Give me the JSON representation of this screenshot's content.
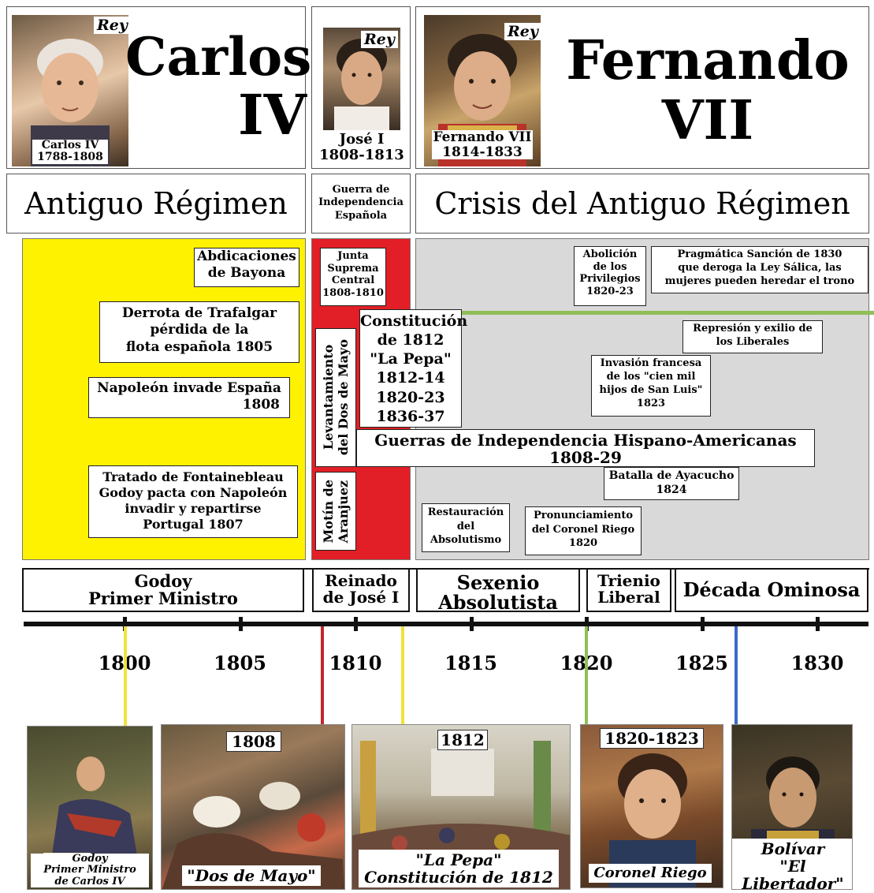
{
  "kings": {
    "rey_label": "Rey",
    "carlos": {
      "name_line1": "Carlos",
      "name_line2": "IV",
      "caption_line1": "Carlos IV",
      "caption_line2": "1788-1808"
    },
    "jose": {
      "caption_line1": "José I",
      "caption_line2": "1808-1813"
    },
    "fernando": {
      "name_line1": "Fernando",
      "name_line2": "VII",
      "caption_line1": "Fernando VII",
      "caption_line2": "1814-1833"
    }
  },
  "eras": {
    "antiguo": "Antiguo Régimen",
    "guerra_line1": "Guerra de",
    "guerra_line2": "Independencia",
    "guerra_line3": "Española",
    "crisis": "Crisis del Antiguo Régimen"
  },
  "events_left": {
    "abdicaciones_1": "Abdicaciones",
    "abdicaciones_2": "de Bayona",
    "trafalgar_1": "Derrota de Trafalgar",
    "trafalgar_2": "pérdida de la",
    "trafalgar_3": "flota española 1805",
    "napoleon_1": "Napoleón invade España",
    "napoleon_2": "1808",
    "fontainebleau_1": "Tratado de Fontainebleau",
    "fontainebleau_2": "Godoy pacta con Napoleón",
    "fontainebleau_3": "invadir y repartirse",
    "fontainebleau_4": "Portugal 1807"
  },
  "events_middle": {
    "junta_1": "Junta",
    "junta_2": "Suprema",
    "junta_3": "Central",
    "junta_4": "1808-1810",
    "levantamiento_1": "Levantamiento",
    "levantamiento_2": "del Dos de Mayo",
    "motin_1": "Motín de",
    "motin_2": "Aranjuez",
    "constitucion_1": "Constitución",
    "constitucion_2": "de 1812",
    "constitucion_3": "\"La Pepa\"",
    "constitucion_4": "1812-14",
    "constitucion_5": "1820-23",
    "constitucion_6": "1836-37"
  },
  "events_right": {
    "abolicion_1": "Abolición",
    "abolicion_2": "de los",
    "abolicion_3": "Privilegios",
    "abolicion_4": "1820-23",
    "pragmatica_1": "Pragmática Sanción de 1830",
    "pragmatica_2": "que deroga la Ley Sálica, las",
    "pragmatica_3": "mujeres pueden heredar el trono",
    "represion_1": "Represión y exilio de",
    "represion_2": "los Liberales",
    "invasion_1": "Invasión francesa",
    "invasion_2": "de los \"cien mil",
    "invasion_3": "hijos de San Luis\"",
    "invasion_4": "1823",
    "guerras_1": "Guerras de Independencia Hispano-Americanas",
    "guerras_2": "1808-29",
    "ayacucho_1": "Batalla de Ayacucho",
    "ayacucho_2": "1824",
    "restauracion_1": "Restauración",
    "restauracion_2": "del",
    "restauracion_3": "Absolutismo",
    "riego_1": "Pronunciamiento",
    "riego_2": "del Coronel Riego",
    "riego_3": "1820"
  },
  "periods": {
    "godoy_1": "Godoy",
    "godoy_2": "Primer Ministro",
    "reinado_1": "Reinado",
    "reinado_2": "de José I",
    "sexenio_1": "Sexenio",
    "sexenio_2": "Absolutista",
    "trienio_1": "Trienio",
    "trienio_2": "Liberal",
    "decada": "Década Ominosa"
  },
  "timeline": {
    "years": [
      "1800",
      "1805",
      "1810",
      "1815",
      "1820",
      "1825",
      "1830"
    ]
  },
  "photos": {
    "godoy_1": "Godoy",
    "godoy_2": "Primer Ministro",
    "godoy_3": "de Carlos IV",
    "dos_de_mayo_year": "1808",
    "dos_de_mayo": "\"Dos de Mayo\"",
    "pepa_year": "1812",
    "pepa_1": "\"La Pepa\"",
    "pepa_2": "Constitución de 1812",
    "riego_years": "1820-1823",
    "riego": "Coronel Riego",
    "bolivar_1": "Bolívar",
    "bolivar_2": "\"El Libertador\""
  },
  "colors": {
    "antiguo_bg": "#fff200",
    "guerra_bg": "#e21f26",
    "crisis_bg": "#d9d9d9",
    "line_yellow": "#f2e13a",
    "line_red": "#c0282d",
    "line_green": "#8fbf5a",
    "line_blue": "#3a6bc8"
  }
}
